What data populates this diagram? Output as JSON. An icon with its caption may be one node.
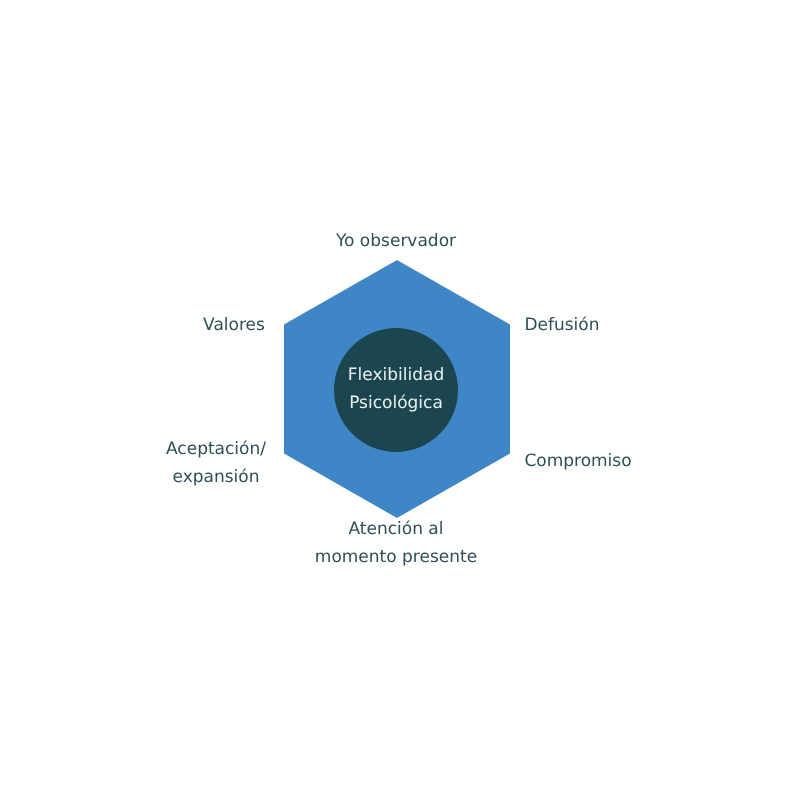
{
  "diagram": {
    "nodes": [
      {
        "text": [],
        "shape": "hexagon"
      },
      {
        "text": [
          "Flexibilidad Psicológica"
        ],
        "in": 0
      }
    ],
    "labels": [
      "Yo observador",
      "Valores",
      "Defusión",
      "Aceptación/ expansión",
      "Compromiso",
      "Atención al momento presente"
    ]
  }
}
